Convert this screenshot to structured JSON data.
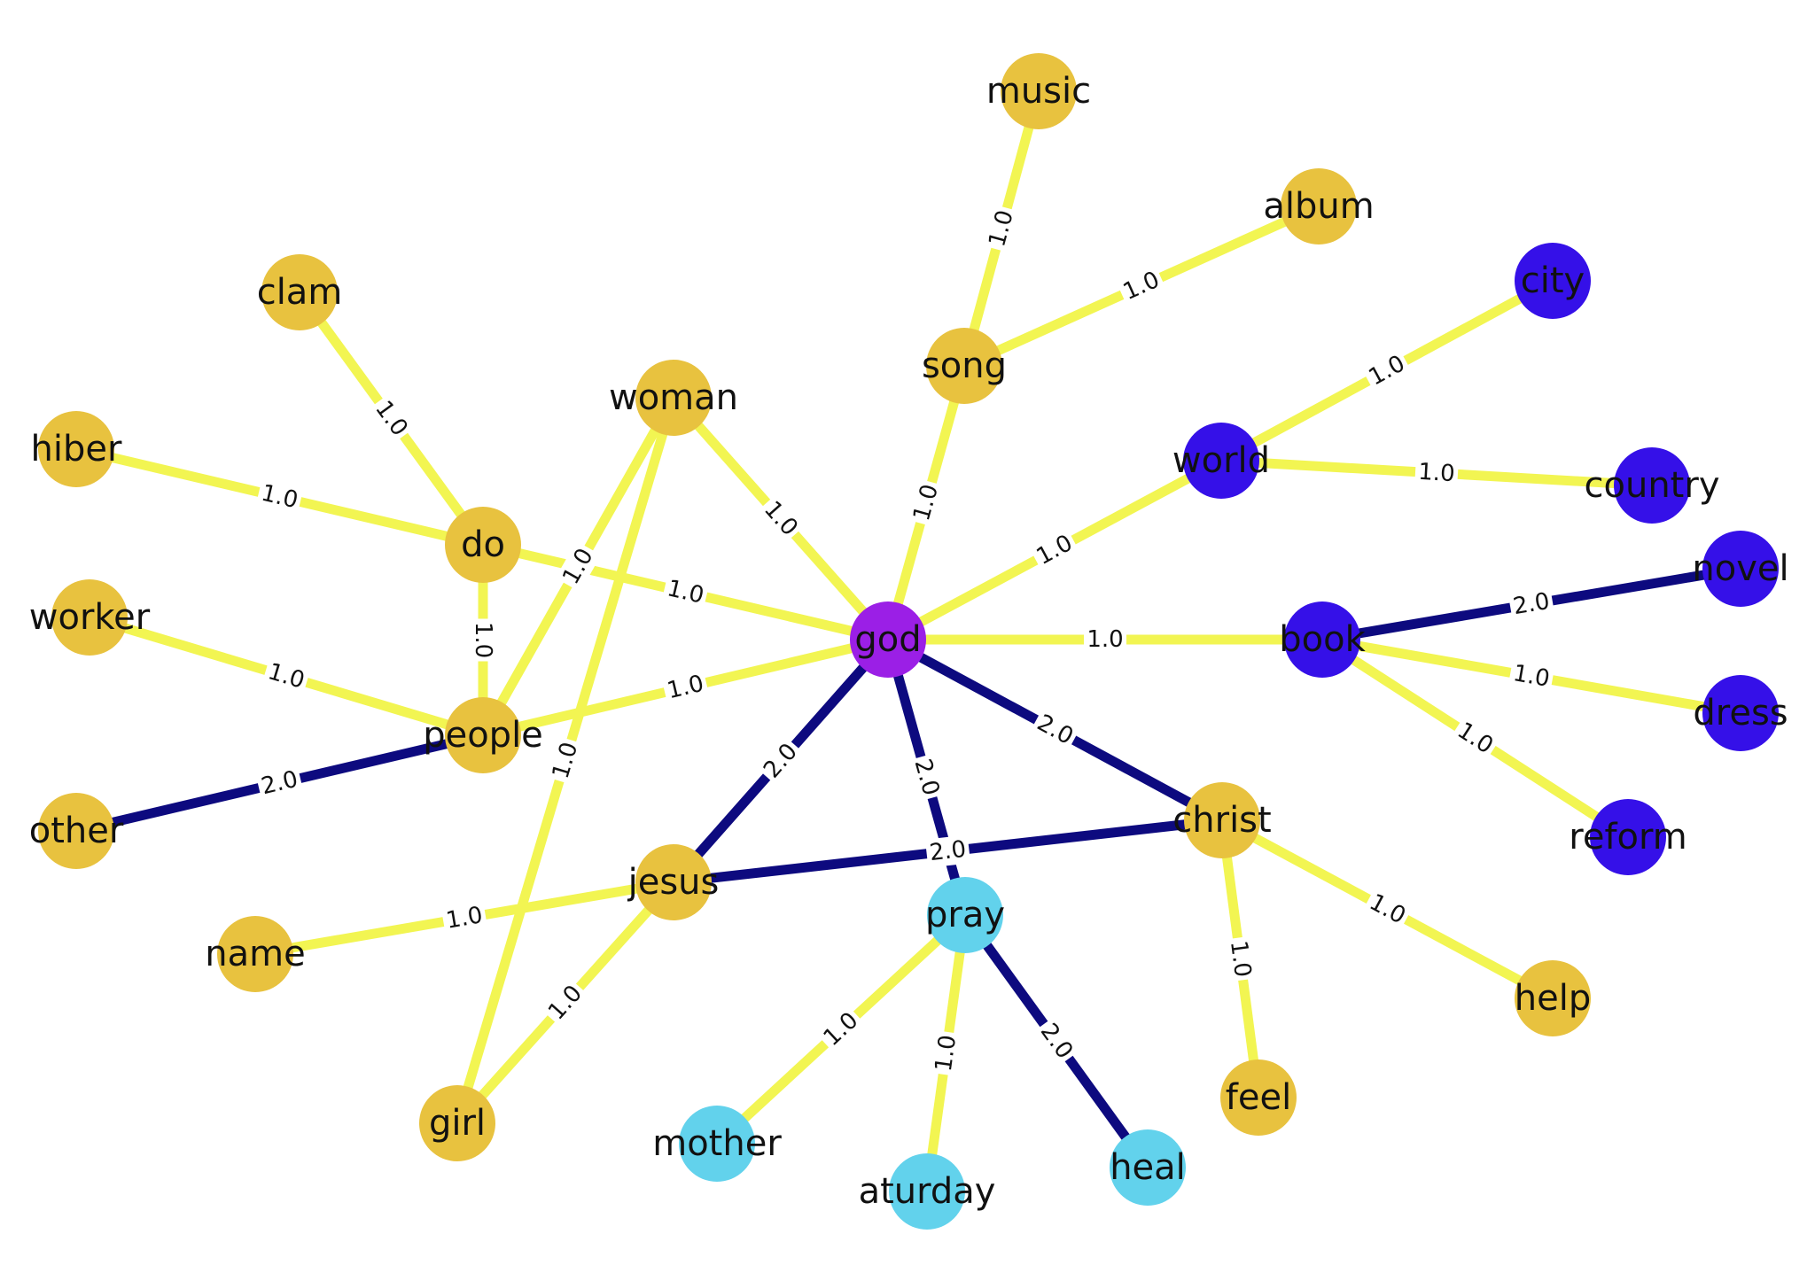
{
  "colors": {
    "weight_1": "#f2f552",
    "weight_2": "#0d0a7f",
    "group_gold": "#e8c23f",
    "group_purple": "#9b1fe6",
    "group_blue": "#3510e8",
    "group_cyan": "#62d2ec"
  },
  "nodes": [
    {
      "id": "god",
      "label": "god",
      "group": "purple"
    },
    {
      "id": "music",
      "label": "music",
      "group": "gold"
    },
    {
      "id": "album",
      "label": "album",
      "group": "gold"
    },
    {
      "id": "song",
      "label": "song",
      "group": "gold"
    },
    {
      "id": "clam",
      "label": "clam",
      "group": "gold"
    },
    {
      "id": "woman",
      "label": "woman",
      "group": "gold"
    },
    {
      "id": "hiber",
      "label": "hiber",
      "group": "gold"
    },
    {
      "id": "do",
      "label": "do",
      "group": "gold"
    },
    {
      "id": "worker",
      "label": "worker",
      "group": "gold"
    },
    {
      "id": "people",
      "label": "people",
      "group": "gold"
    },
    {
      "id": "other",
      "label": "other",
      "group": "gold"
    },
    {
      "id": "jesus",
      "label": "jesus",
      "group": "gold"
    },
    {
      "id": "name",
      "label": "name",
      "group": "gold"
    },
    {
      "id": "girl",
      "label": "girl",
      "group": "gold"
    },
    {
      "id": "christ",
      "label": "christ",
      "group": "gold"
    },
    {
      "id": "help",
      "label": "help",
      "group": "gold"
    },
    {
      "id": "feel",
      "label": "feel",
      "group": "gold"
    },
    {
      "id": "city",
      "label": "city",
      "group": "blue"
    },
    {
      "id": "world",
      "label": "world",
      "group": "blue"
    },
    {
      "id": "country",
      "label": "country",
      "group": "blue"
    },
    {
      "id": "novel",
      "label": "novel",
      "group": "blue"
    },
    {
      "id": "book",
      "label": "book",
      "group": "blue"
    },
    {
      "id": "dress",
      "label": "dress",
      "group": "blue"
    },
    {
      "id": "reform",
      "label": "reform",
      "group": "blue"
    },
    {
      "id": "pray",
      "label": "pray",
      "group": "cyan"
    },
    {
      "id": "mother",
      "label": "mother",
      "group": "cyan"
    },
    {
      "id": "aturday",
      "label": "aturday",
      "group": "cyan"
    },
    {
      "id": "heal",
      "label": "heal",
      "group": "cyan"
    }
  ],
  "edges": [
    {
      "source": "song",
      "target": "music",
      "weight": 1.0,
      "label": "1.0"
    },
    {
      "source": "song",
      "target": "album",
      "weight": 1.0,
      "label": "1.0"
    },
    {
      "source": "god",
      "target": "song",
      "weight": 1.0,
      "label": "1.0"
    },
    {
      "source": "clam",
      "target": "do",
      "weight": 1.0,
      "label": "1.0"
    },
    {
      "source": "hiber",
      "target": "do",
      "weight": 1.0,
      "label": "1.0"
    },
    {
      "source": "do",
      "target": "god",
      "weight": 1.0,
      "label": "1.0"
    },
    {
      "source": "do",
      "target": "people",
      "weight": 1.0,
      "label": "1.0"
    },
    {
      "source": "woman",
      "target": "god",
      "weight": 1.0,
      "label": "1.0"
    },
    {
      "source": "woman",
      "target": "people",
      "weight": 1.0,
      "label": "1.0"
    },
    {
      "source": "woman",
      "target": "girl",
      "weight": 1.0,
      "label": "1.0"
    },
    {
      "source": "worker",
      "target": "people",
      "weight": 1.0,
      "label": "1.0"
    },
    {
      "source": "people",
      "target": "god",
      "weight": 1.0,
      "label": "1.0"
    },
    {
      "source": "other",
      "target": "people",
      "weight": 2.0,
      "label": "2.0"
    },
    {
      "source": "god",
      "target": "world",
      "weight": 1.0,
      "label": "1.0"
    },
    {
      "source": "world",
      "target": "city",
      "weight": 1.0,
      "label": "1.0"
    },
    {
      "source": "world",
      "target": "country",
      "weight": 1.0,
      "label": "1.0"
    },
    {
      "source": "god",
      "target": "book",
      "weight": 1.0,
      "label": "1.0"
    },
    {
      "source": "book",
      "target": "novel",
      "weight": 2.0,
      "label": "2.0"
    },
    {
      "source": "book",
      "target": "dress",
      "weight": 1.0,
      "label": "1.0"
    },
    {
      "source": "book",
      "target": "reform",
      "weight": 1.0,
      "label": "1.0"
    },
    {
      "source": "god",
      "target": "jesus",
      "weight": 2.0,
      "label": "2.0"
    },
    {
      "source": "god",
      "target": "pray",
      "weight": 2.0,
      "label": "2.0"
    },
    {
      "source": "god",
      "target": "christ",
      "weight": 2.0,
      "label": "2.0"
    },
    {
      "source": "jesus",
      "target": "christ",
      "weight": 2.0,
      "label": "2.0"
    },
    {
      "source": "jesus",
      "target": "name",
      "weight": 1.0,
      "label": "1.0"
    },
    {
      "source": "jesus",
      "target": "girl",
      "weight": 1.0,
      "label": "1.0"
    },
    {
      "source": "christ",
      "target": "help",
      "weight": 1.0,
      "label": "1.0"
    },
    {
      "source": "christ",
      "target": "feel",
      "weight": 1.0,
      "label": "1.0"
    },
    {
      "source": "pray",
      "target": "mother",
      "weight": 1.0,
      "label": "1.0"
    },
    {
      "source": "pray",
      "target": "aturday",
      "weight": 1.0,
      "label": "1.0"
    },
    {
      "source": "pray",
      "target": "heal",
      "weight": 2.0,
      "label": "2.0"
    }
  ]
}
